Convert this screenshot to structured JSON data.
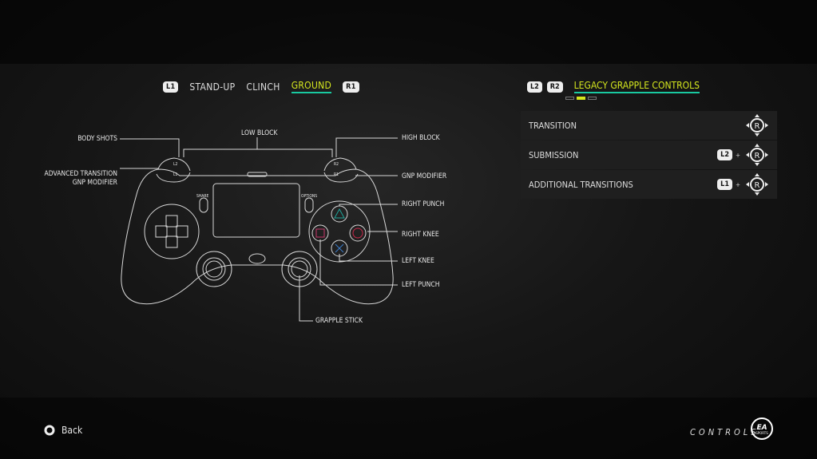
{
  "tabs": {
    "left_button": "L1",
    "right_button": "R1",
    "items": [
      {
        "label": "STAND-UP"
      },
      {
        "label": "CLINCH"
      },
      {
        "label": "GROUND",
        "active": true
      }
    ]
  },
  "controller_labels": {
    "body_shots": "BODY SHOTS",
    "low_block": "LOW BLOCK",
    "high_block": "HIGH BLOCK",
    "advanced_transition": "ADVANCED TRANSITION",
    "gnp_modifier_left": "GNP MODIFIER",
    "gnp_modifier_right": "GNP MODIFIER",
    "right_punch": "RIGHT PUNCH",
    "right_knee": "RIGHT KNEE",
    "left_knee": "LEFT KNEE",
    "left_punch": "LEFT PUNCH",
    "grapple_stick": "GRAPPLE STICK",
    "share": "SHARE",
    "options": "OPTIONS",
    "l1": "L1",
    "l2": "L2",
    "r1": "R1",
    "r2": "R2"
  },
  "panel": {
    "buttons": [
      "L2",
      "R2"
    ],
    "title": "LEGACY GRAPPLE CONTROLS",
    "page_indicator": {
      "count": 3,
      "active": 2
    },
    "rows": [
      {
        "label": "TRANSITION",
        "modifier": null,
        "stick": "R"
      },
      {
        "label": "SUBMISSION",
        "modifier": "L2",
        "stick": "R"
      },
      {
        "label": "ADDITIONAL TRANSITIONS",
        "modifier": "L1",
        "stick": "R"
      }
    ],
    "plus": "+"
  },
  "footer": {
    "back_label": "Back",
    "section": "CONTROLS",
    "logo_text": "EA SPORTS"
  },
  "colors": {
    "accent": "#d4e61e",
    "underline": "#19c9a0",
    "triangle": "#1fa59a",
    "circle": "#c8284a",
    "cross": "#3d7cc9",
    "square": "#c8386a"
  }
}
